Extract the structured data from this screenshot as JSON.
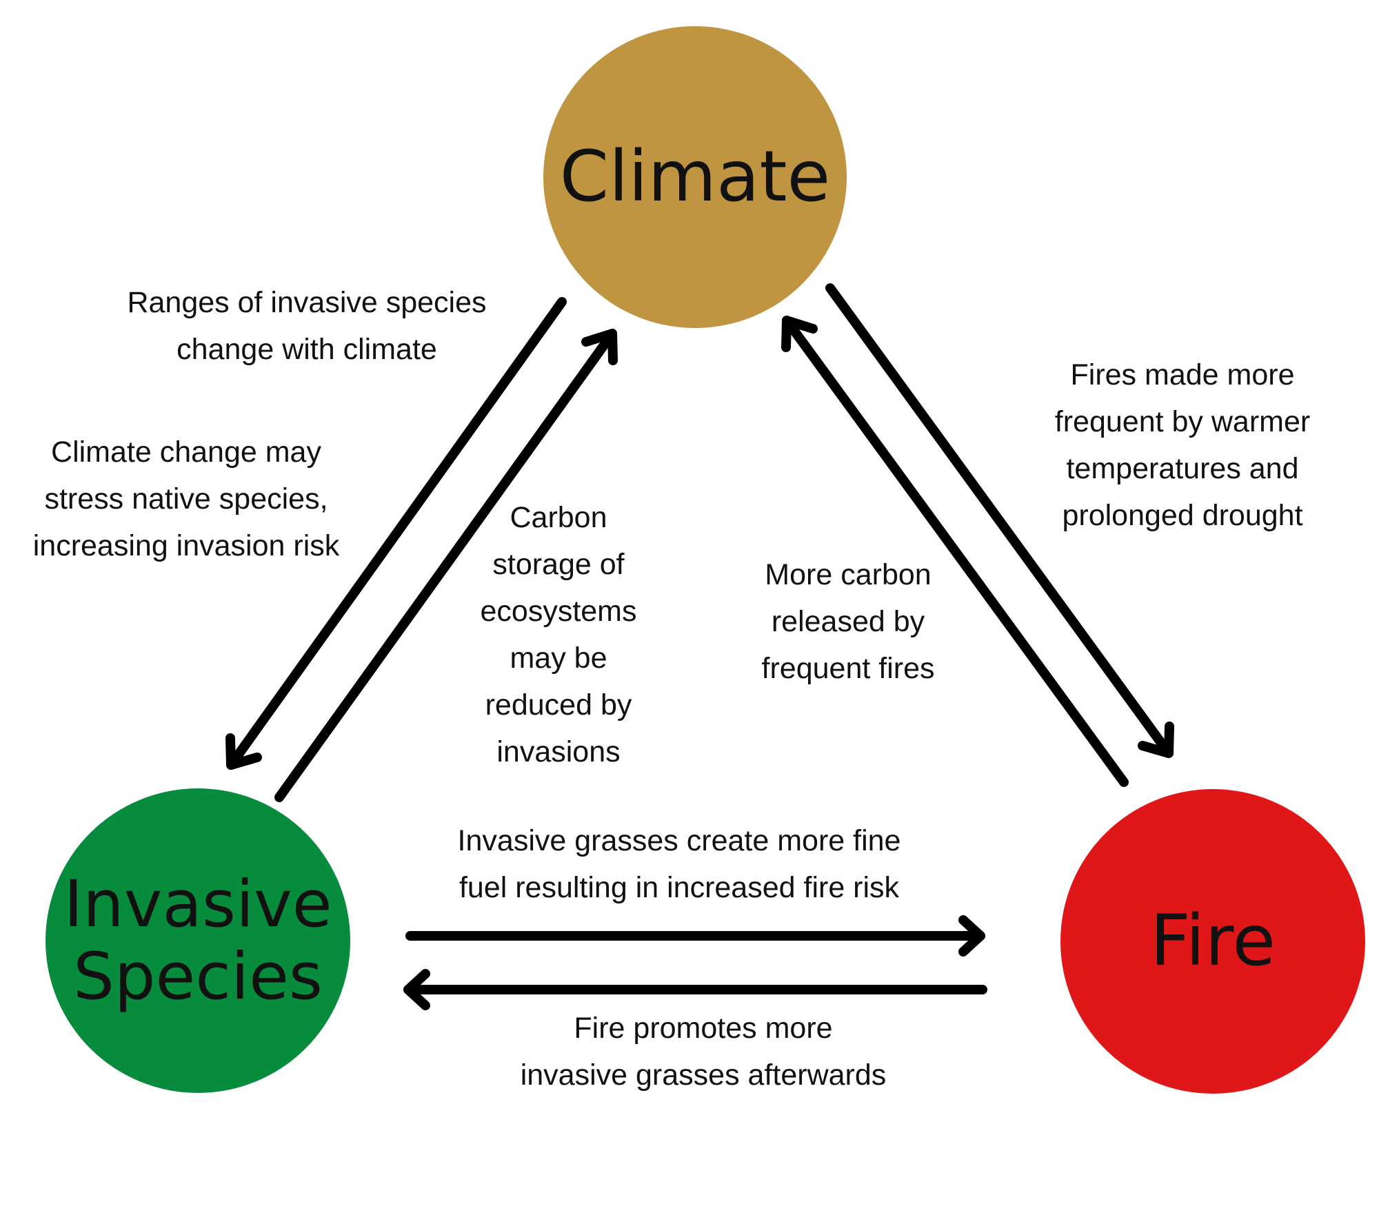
{
  "nodes": {
    "climate": {
      "label": "Climate",
      "color": "#c09541"
    },
    "invasive": {
      "lines": [
        "Invasive",
        "Species"
      ],
      "color": "#078b3c"
    },
    "fire": {
      "label": "Fire",
      "color": "#df1718"
    }
  },
  "arrow_color": "#000000",
  "notes": {
    "ranges": [
      "Ranges of invasive species",
      "change with climate"
    ],
    "stress": [
      "Climate change may",
      "stress native species,",
      "increasing invasion risk"
    ],
    "carbon_storage": [
      "Carbon",
      "storage of",
      "ecosystems",
      "may be",
      "reduced by",
      "invasions"
    ],
    "more_carbon": [
      "More carbon",
      "released by",
      "frequent fires"
    ],
    "fires_made": [
      "Fires made more",
      "frequent by warmer",
      "temperatures and",
      "prolonged drought"
    ],
    "grass_fuel": [
      "Invasive grasses create more fine",
      "fuel resulting in increased fire risk"
    ],
    "fire_promotes": [
      "Fire promotes more",
      "invasive grasses afterwards"
    ]
  }
}
